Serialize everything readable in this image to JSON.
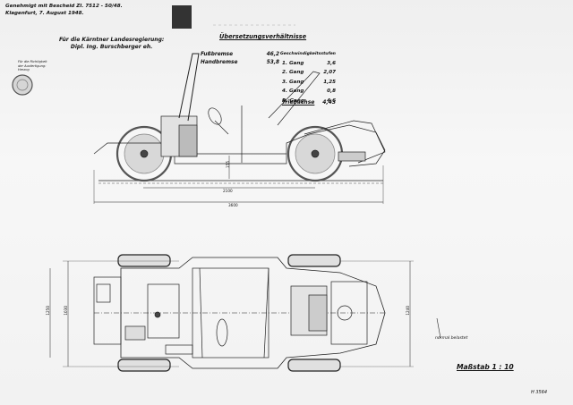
{
  "approval_note": {
    "line1": "Genehmigt mit Bescheid Zl. 7512 - 50/48.",
    "line2": "Klagenfurt, 7. August 1948."
  },
  "government": {
    "line1": "Für die Kärntner Landesregierung:",
    "line2": "Dipl. Ing. Burschberger eh."
  },
  "stamp": {
    "line1": "Für die Richtigkeit",
    "line2": "der Ausfertigung:",
    "signature": "Herzog"
  },
  "ratio_table": {
    "title": "Übersetzungsverhältnisse",
    "fussbremse_label": "Fußbremse",
    "fussbremse_value": "46,2",
    "handbremse_label": "Handbremse",
    "handbremse_value": "53,8",
    "gear_header": "Geschwindigkeitsstufen",
    "gears": [
      {
        "label": "1. Gang",
        "value": "3,6"
      },
      {
        "label": "2. Gang",
        "value": "2,07"
      },
      {
        "label": "3. Gang",
        "value": "1,25"
      },
      {
        "label": "4. Gang",
        "value": "0,8"
      },
      {
        "label": "R. Gang",
        "value": "4,6"
      }
    ],
    "triebachse_label": "Triebachse",
    "triebachse_value": "4,43"
  },
  "dimensions": {
    "wheelbase": "2100",
    "overall_length": "3600",
    "track_outer": "1250",
    "track_inner": "1030",
    "width_right": "1240",
    "clearance": "155"
  },
  "legend": {
    "text": "normal belastet"
  },
  "scale": {
    "text": "Maßstab 1 : 10"
  },
  "doc_number": {
    "text": "H 3564"
  },
  "colors": {
    "ink": "#111111",
    "paper": "#f4f4f4",
    "stamp": "#3a3a3a"
  }
}
